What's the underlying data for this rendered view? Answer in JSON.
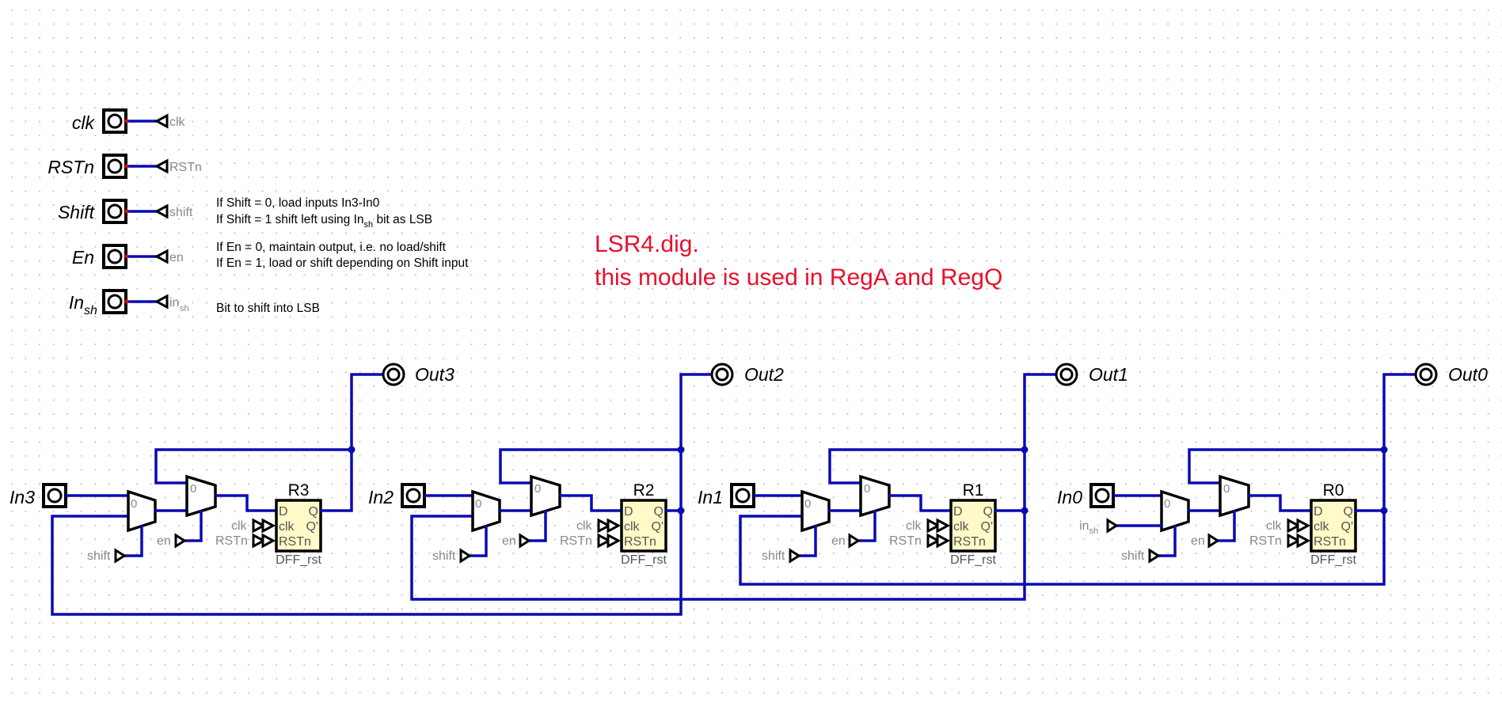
{
  "title_lines": [
    "LSR4.dig.",
    "this module is used in RegA and RegQ"
  ],
  "inputs": {
    "clk": {
      "label": "clk",
      "tunnel": "clk"
    },
    "rstn": {
      "label": "RSTn",
      "tunnel": "RSTn"
    },
    "shift": {
      "label": "Shift",
      "tunnel": "shift"
    },
    "en": {
      "label": "En",
      "tunnel": "en"
    },
    "insh": {
      "label": "In",
      "label_sub": "sh",
      "tunnel": "in",
      "tunnel_sub": "sh"
    }
  },
  "notes": {
    "shift_line1": "If Shift = 0, load inputs In3-In0",
    "shift_line2_a": "If Shift = 1 shift left using In",
    "shift_line2_sub": "sh",
    "shift_line2_b": " bit as LSB",
    "en_line1": "If En = 0, maintain output, i.e. no load/shift",
    "en_line2": "If En = 1, load or shift depending on Shift input",
    "insh_line": "Bit to shift into LSB"
  },
  "stages": [
    {
      "input": "In3",
      "output": "Out3",
      "register": "R3"
    },
    {
      "input": "In2",
      "output": "Out2",
      "register": "R2"
    },
    {
      "input": "In1",
      "output": "Out1",
      "register": "R1"
    },
    {
      "input": "In0",
      "output": "Out0",
      "register": "R0"
    }
  ],
  "flipflop": {
    "d": "D",
    "clk": "clk",
    "rstn": "RSTn",
    "q": "Q",
    "qn": "Q'",
    "type": "DFF_rst"
  },
  "mux_zero": "0",
  "tunnels": {
    "clk": "clk",
    "rstn": "RSTn",
    "shift": "shift",
    "en": "en"
  },
  "insh_tunnel": {
    "text": "in",
    "sub": "sh"
  },
  "colors": {
    "wire": "#0a0ab4",
    "title": "#e8112d",
    "flipflop_fill": "#fffac8",
    "dot_grid": "#c8c8c8"
  }
}
